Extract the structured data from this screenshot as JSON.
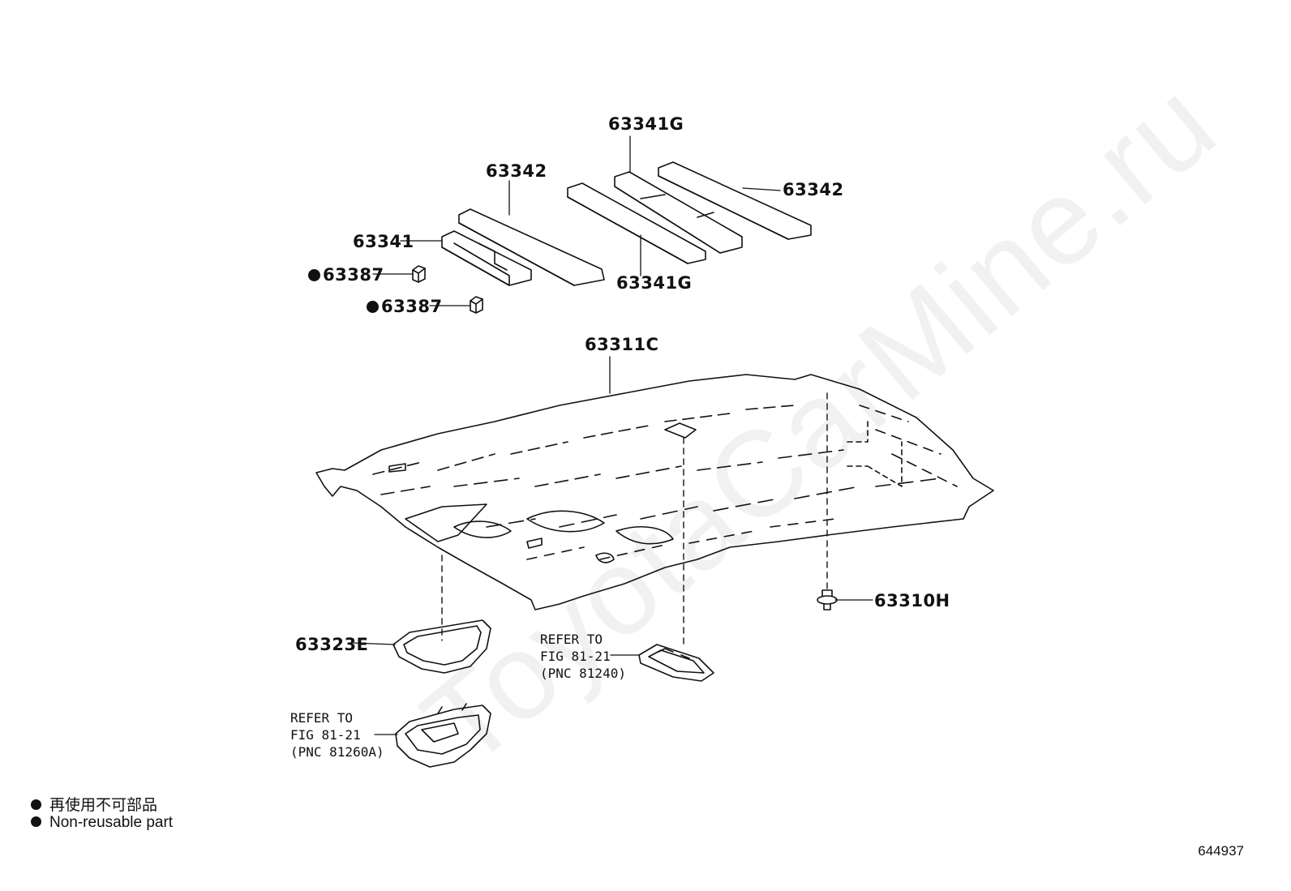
{
  "watermark": "ToyotaCarMine.ru",
  "labels": {
    "p63341G_top": "63341G",
    "p63342_left": "63342",
    "p63342_right": "63342",
    "p63341": "63341",
    "p63387_a": "63387",
    "p63387_b": "63387",
    "p63341G_bottom": "63341G",
    "p63311C": "63311C",
    "p63310H": "63310H",
    "p63323E": "63323E"
  },
  "refs": {
    "ref_81240": [
      "REFER TO",
      "FIG 81-21",
      "(PNC 81240)"
    ],
    "ref_81260A": [
      "REFER TO",
      "FIG 81-21",
      "(PNC 81260A)"
    ]
  },
  "legend": {
    "jp": "再使用不可部品",
    "en": "Non-reusable part"
  },
  "figure_number": "644937"
}
